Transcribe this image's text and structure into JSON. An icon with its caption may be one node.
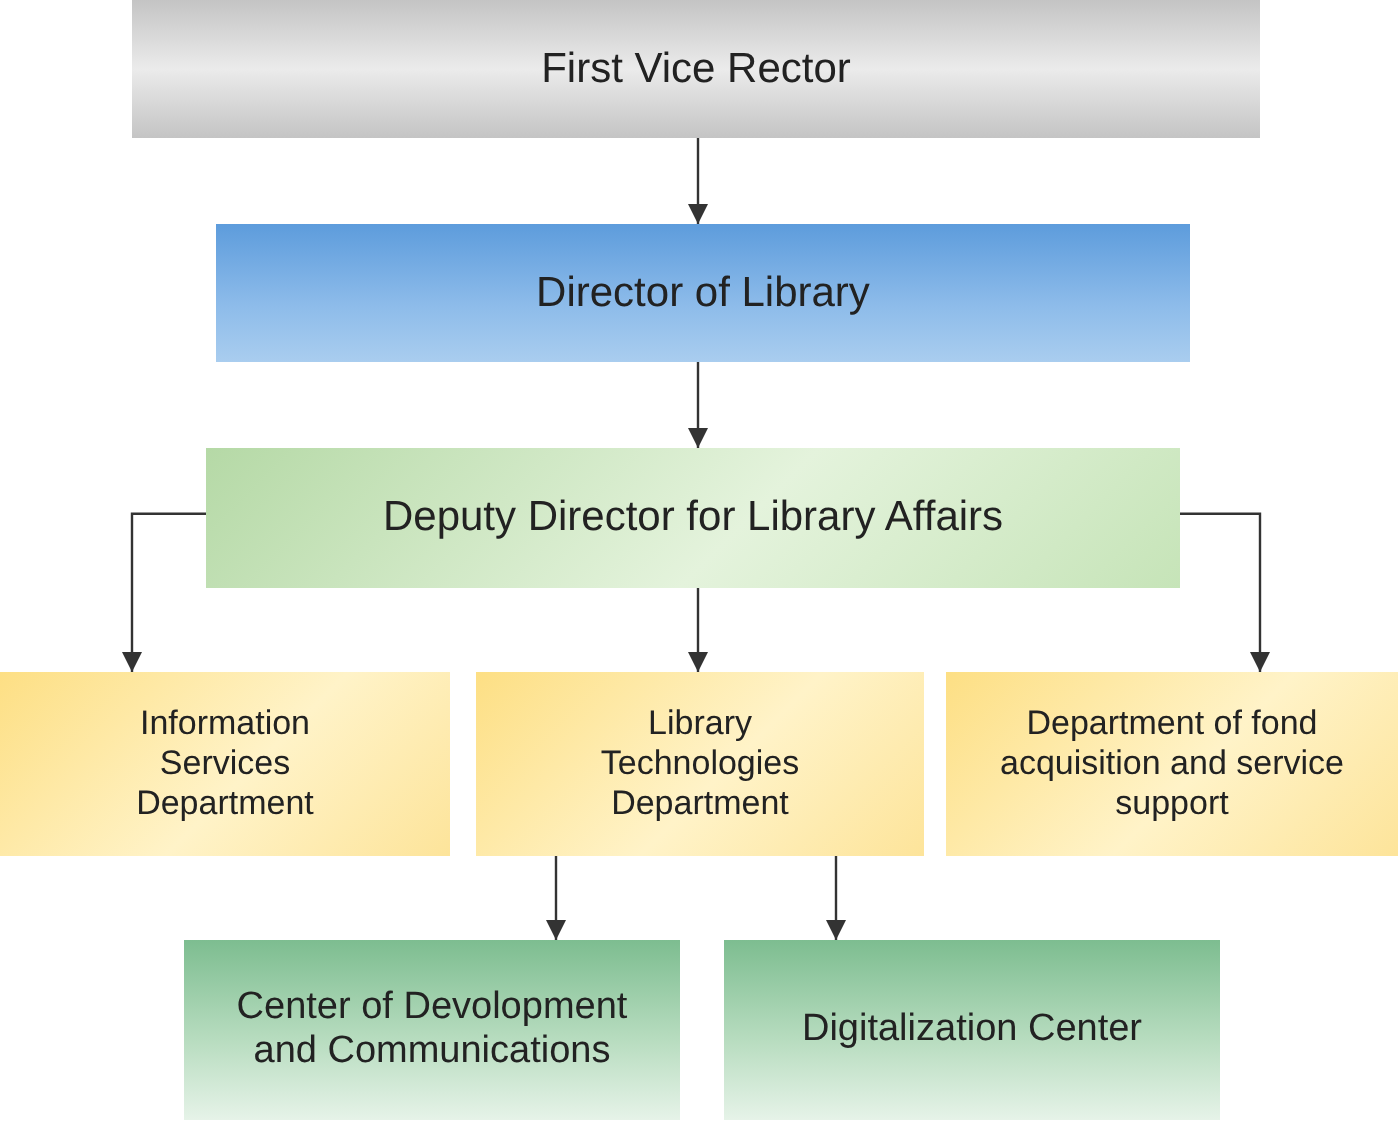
{
  "diagram": {
    "nodes": [
      {
        "text": [
          "First Vice Rector"
        ]
      },
      {
        "text": [
          "Director of Library"
        ]
      },
      {
        "text": [
          "Deputy Director for Library Affairs"
        ]
      },
      {
        "text": [
          "Information Services Department"
        ]
      },
      {
        "text": [
          "Library Technologies Department"
        ]
      },
      {
        "text": [
          "Department of fond acquisition and service support"
        ]
      },
      {
        "text": [
          "Center of Devolopment and Communications"
        ]
      },
      {
        "text": [
          "Digitalization Center"
        ]
      }
    ],
    "edges": [
      {
        "from": 0,
        "to": 1,
        "arrow": "to"
      },
      {
        "from": 1,
        "to": 2,
        "arrow": "to"
      },
      {
        "from": 2,
        "to": 3,
        "arrow": "to"
      },
      {
        "from": 2,
        "to": 4,
        "arrow": "to"
      },
      {
        "from": 2,
        "to": 5,
        "arrow": "to"
      },
      {
        "from": 4,
        "to": 6,
        "arrow": "to"
      },
      {
        "from": 4,
        "to": 7,
        "arrow": "to"
      }
    ]
  }
}
